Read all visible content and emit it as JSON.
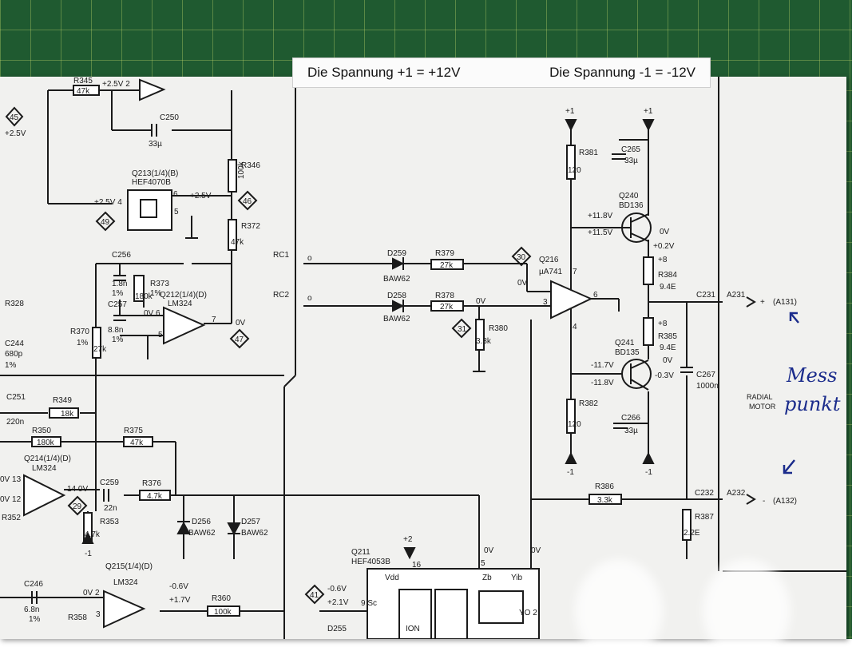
{
  "banner": {
    "left": "Die Spannung +1  =  +12V",
    "right": "Die Spannung -1  =  -12V"
  },
  "labels": {
    "r345": "R345",
    "r345v": "47k",
    "v25a": "+2.5V 2",
    "c250": "C250",
    "c250v": "33µ",
    "r346": "R346",
    "r346v": "100k",
    "n45": "45",
    "v25b": "+2.5V",
    "q213": "Q213(1/4)(B)",
    "q213t": "HEF4070B",
    "q213in": "+2.5V 4",
    "q213p6": "6",
    "q213p5": "5",
    "v25c": "+2.5V",
    "n46": "46",
    "n49": "49",
    "r372": "R372",
    "r372v": "47k",
    "c256": "C256",
    "c256b": "1.8n",
    "c256c": "1%",
    "r373": "R373",
    "r373v": "180k",
    "r373p": "1%",
    "c257": "C257",
    "c257v": "8.8n",
    "c257p": "1%",
    "q212": "Q212(1/4)(D)",
    "q212t": "LM324",
    "q212ov": "0V 6",
    "q212p5": "5",
    "q212p7": "7",
    "ov47": "0V",
    "n47": "47",
    "r370": "R370",
    "r370p": "1%",
    "r370v": "27k",
    "r328": "R328",
    "c244": "C244",
    "c244v": "680p",
    "c244p": "1%",
    "rc1": "RC1",
    "rc1o": "o",
    "rc2": "RC2",
    "rc2o": "o",
    "d259": "D259",
    "d259t": "BAW62",
    "d258": "D258",
    "d258t": "BAW62",
    "r379": "R379",
    "r379v": "27k",
    "r378": "R378",
    "r378v": "27k",
    "n30": "30",
    "n31": "31",
    "ov378": "0V",
    "r380": "R380",
    "r380v": "3.3k",
    "q216": "Q216",
    "q216t": "µA741",
    "q216p7": "7",
    "q216ov": "0V",
    "q216p3": "3",
    "q216p6": "6",
    "q216p4": "4",
    "plus1a": "+1",
    "plus1b": "+1",
    "r381": "R381",
    "r381v": "120",
    "c265": "C265",
    "c265v": "33µ",
    "q240": "Q240",
    "q240t": "BD136",
    "q240b1": "+11.8V",
    "q240b2": "+11.5V",
    "q240b3": "0V",
    "q240b4": "+0.2V",
    "r384a": "+8",
    "r384": "R384",
    "r384v": "9.4E",
    "c231": "C231",
    "a231": "A231",
    "a231p": "+",
    "a131": "(A131)",
    "r385a": "+8",
    "r385": "R385",
    "r385v": "9.4E",
    "q241": "Q241",
    "q241t": "BD135",
    "q241b1": "-11.7V",
    "q241b2": "-11.8V",
    "q241b3": "0V",
    "q241b4": "-0.3V",
    "c267": "C267",
    "c267v": "1000n",
    "radial1": "RADIAL",
    "radial2": "MOTOR",
    "r382": "R382",
    "r382v": "120",
    "c266": "C266",
    "c266v": "33µ",
    "minus1a": "-1",
    "minus1b": "-1",
    "c251": "C251",
    "c251v": "220n",
    "r349": "R349",
    "r349v": "18k",
    "r350": "R350",
    "r350v": "180k",
    "r375": "R375",
    "r375v": "47k",
    "q214": "Q214(1/4)(D)",
    "q214t": "LM324",
    "q214ov1": "0V 13",
    "q214ov2": "0V 12",
    "q214p14": "14 0V",
    "r352": "R352",
    "c259": "C259",
    "c259v": "22n",
    "n29": "29",
    "r376": "R376",
    "r376v": "4.7k",
    "d256": "D256",
    "d256t": "BAW62",
    "d257": "D257",
    "d257t": "BAW62",
    "r353": "R353",
    "r353v": "4.7k",
    "minus1c": "-1",
    "r386": "R386",
    "r386v": "3.3k",
    "c232": "C232",
    "a232": "A232",
    "a232m": "-",
    "a132": "(A132)",
    "r387": "R387",
    "r387v": "2.2E",
    "c246": "C246",
    "c246v": "6.8n",
    "c246p": "1%",
    "r358": "R358",
    "q215": "Q215(1/4)(D)",
    "q215t": "LM324",
    "q215ov": "0V 2",
    "q215p3": "3",
    "q215b1": "-0.6V",
    "q215b2": "+1.7V",
    "r360": "R360",
    "r360v": "100k",
    "n41": "41",
    "q211b1": "-0.6V",
    "q211b2": "+2.1V",
    "q211p9": "9 Sc",
    "plus2": "+2",
    "q211": "Q211",
    "q211t": "HEF4053B",
    "vdd": "Vdd",
    "p16": "16",
    "ov5": "0V",
    "p5": "5",
    "ov6": "0V",
    "zb": "Zb",
    "yib": "Yib",
    "yo": "YO 2",
    "d255": "D255",
    "ion": "ION"
  },
  "handwriting": {
    "line1": "Mess",
    "line2": "punkt"
  }
}
